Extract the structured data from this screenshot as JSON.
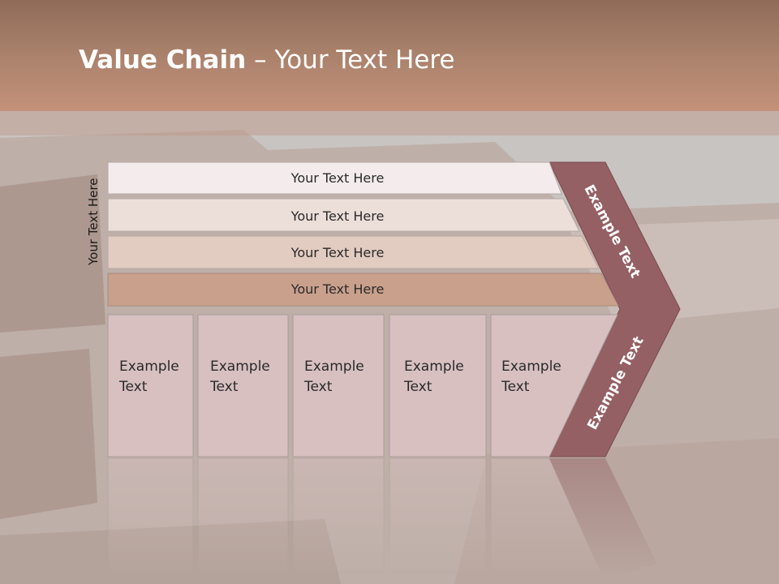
{
  "slide": {
    "title_bold": "Value Chain",
    "title_rest": " – Your Text Here",
    "side_label": "Your Text Here",
    "bands": [
      {
        "label": "Your Text Here",
        "color": "#f4ecec"
      },
      {
        "label": "Your Text Here",
        "color": "#ecdfda"
      },
      {
        "label": "Your Text Here",
        "color": "#e2cbc0"
      },
      {
        "label": "Your Text Here",
        "color": "#c9a08c"
      }
    ],
    "boxes": [
      {
        "line1": "Example",
        "line2": "Text"
      },
      {
        "line1": "Example",
        "line2": "Text"
      },
      {
        "line1": "Example",
        "line2": "Text"
      },
      {
        "line1": "Example",
        "line2": "Text"
      },
      {
        "line1": "Example",
        "line2": "Text"
      }
    ],
    "arrow_top_label": "Example Text",
    "arrow_bottom_label": "Example Text",
    "colors": {
      "header": "#b8876f",
      "arrow": "#946064",
      "box_fill": "#d8c0c1",
      "box_border": "#a79b9c"
    }
  }
}
